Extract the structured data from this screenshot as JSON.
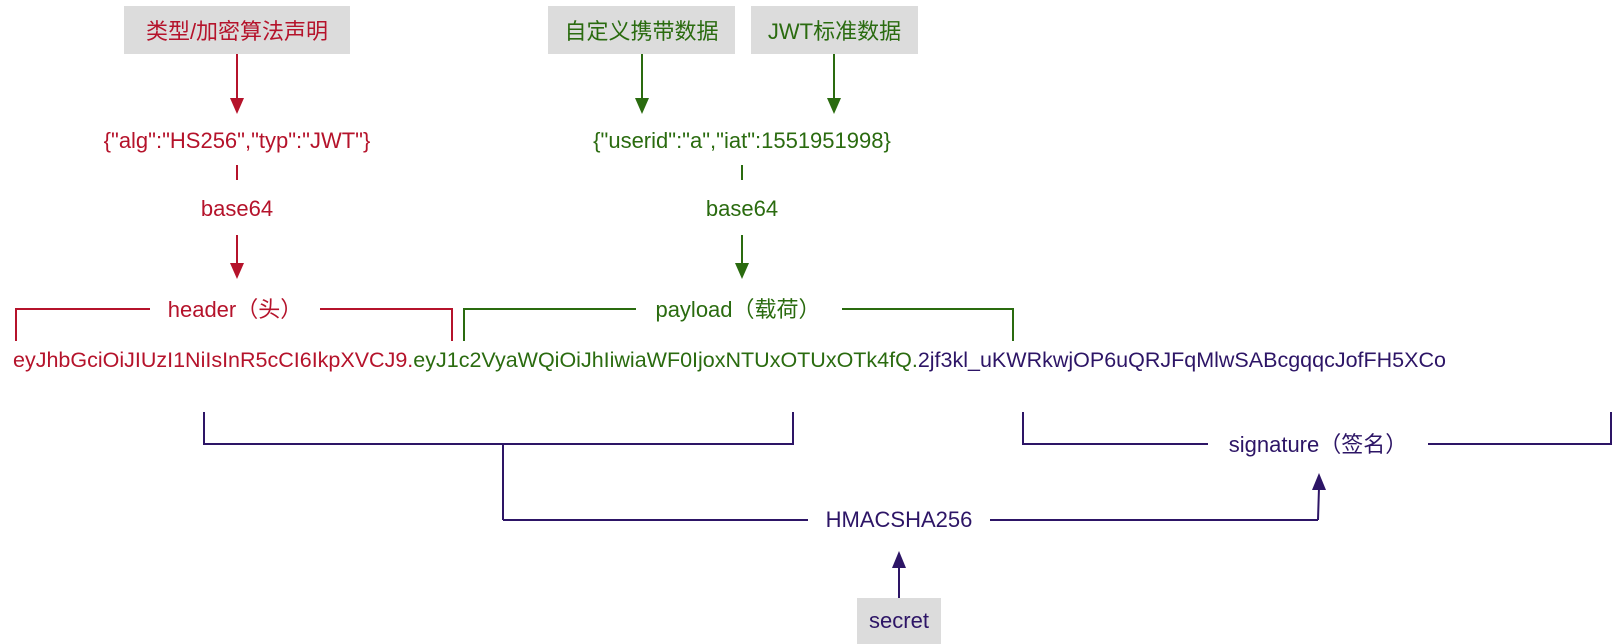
{
  "colors": {
    "header": "#b5132b",
    "payload": "#2a6b0f",
    "signature": "#2d1566",
    "tag_bg": "#dcdcdc",
    "background": "#ffffff"
  },
  "tags": {
    "header_desc": "类型/加密算法声明",
    "custom_data": "自定义携带数据",
    "jwt_standard": "JWT标准数据",
    "secret": "secret"
  },
  "json": {
    "header": "{\"alg\":\"HS256\",\"typ\":\"JWT\"}",
    "payload": "{\"userid\":\"a\",\"iat\":1551951998}"
  },
  "encoding": {
    "header": "base64",
    "payload": "base64"
  },
  "sections": {
    "header": "header（头）",
    "payload": "payload（载荷）",
    "signature": "signature（签名）"
  },
  "token": {
    "header": "eyJhbGciOiJIUzI1NiIsInR5cCI6IkpXVCJ9",
    "dot1": ".",
    "payload": "eyJ1c2VyaWQiOiJhIiwiaWF0IjoxNTUxOTUxOTk4fQ",
    "dot2": ".",
    "signature": "2jf3kl_uKWRkwjOP6uQRJFqMlwSABcgqqcJofFH5XCo"
  },
  "algorithm": "HMACSHA256",
  "icons": {
    "arrow": "arrow-down-icon"
  }
}
